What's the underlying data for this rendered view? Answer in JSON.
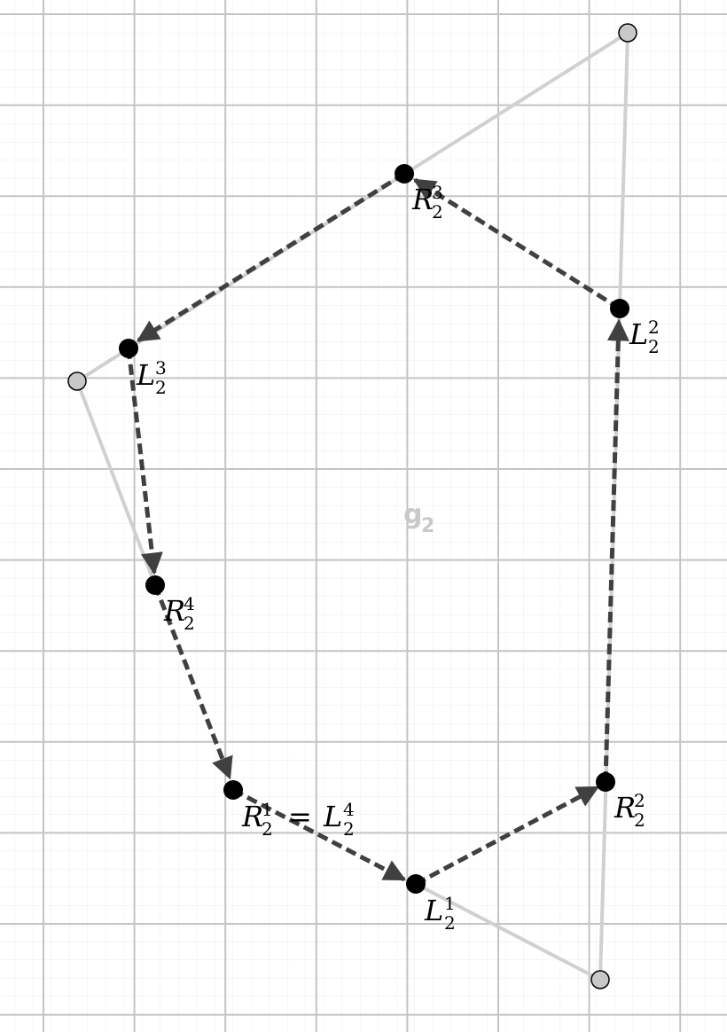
{
  "region_label": {
    "main": "g",
    "sub": "2"
  },
  "points": {
    "L1": {
      "base": "L",
      "sub": "2",
      "sup": "1"
    },
    "R2": {
      "base": "R",
      "sub": "2",
      "sup": "2"
    },
    "L2": {
      "base": "L",
      "sub": "2",
      "sup": "2"
    },
    "R3": {
      "base": "R",
      "sub": "2",
      "sup": "3"
    },
    "L3": {
      "base": "L",
      "sub": "2",
      "sup": "3"
    },
    "R4": {
      "base": "R",
      "sub": "2",
      "sup": "4"
    },
    "R1": {
      "base": "R",
      "sub": "2",
      "sup": "1",
      "eq": "=",
      "base2": "L",
      "sub2": "2",
      "sup2": "4"
    }
  },
  "colors": {
    "grid_major": "#c4c4c4",
    "grid_minor": "#ececec",
    "polygon": "#d0d0d0",
    "vertex_fill": "#c8c8c8",
    "dashed": "#404040",
    "point": "#000000",
    "region_label": "#c9c9c9"
  }
}
